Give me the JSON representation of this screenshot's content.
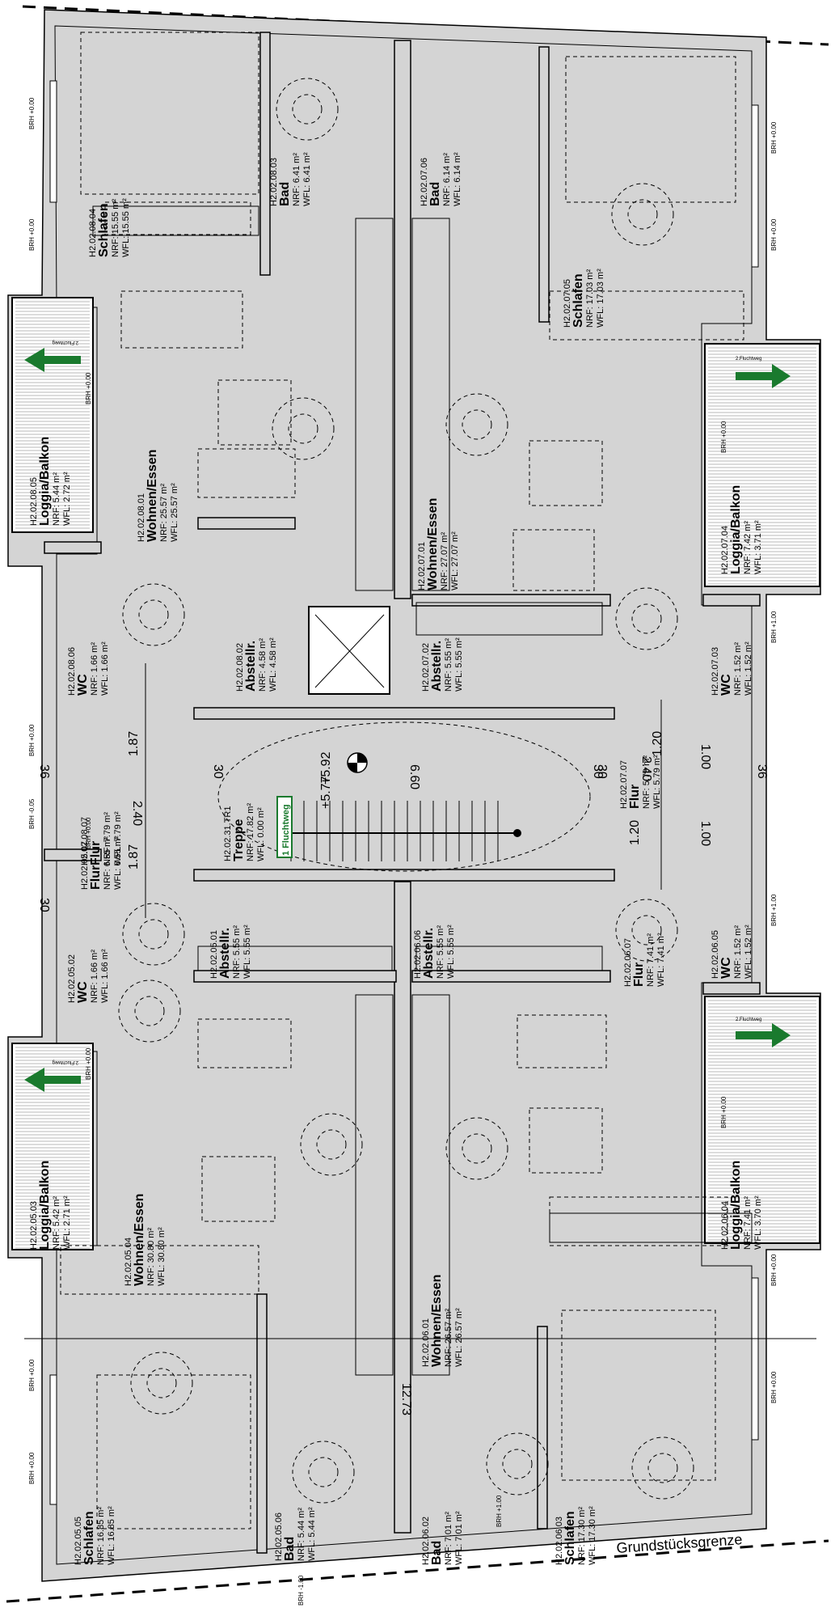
{
  "rooms": [
    {
      "id": "H2.02.08.04",
      "name": "Schlafen",
      "nrf": "NRF: 15.55 m²",
      "wfl": "WFL: 15.55 m²"
    },
    {
      "id": "H2.02.08.03",
      "name": "Bad",
      "nrf": "NRF: 6.41 m²",
      "wfl": "WFL: 6.41 m²"
    },
    {
      "id": "H2.02.07.06",
      "name": "Bad",
      "nrf": "NRF: 6.14 m²",
      "wfl": "WFL: 6.14 m²"
    },
    {
      "id": "H2.02.07.05",
      "name": "Schlafen",
      "nrf": "NRF: 17.03 m²",
      "wfl": "WFL: 17.03 m²"
    },
    {
      "id": "H2.02.08.05",
      "name": "Loggia/Balkon",
      "nrf": "NRF: 5.44 m²",
      "wfl": "WFL: 2.72 m²"
    },
    {
      "id": "H2.02.08.01",
      "name": "Wohnen/Essen",
      "nrf": "NRF: 25.57 m²",
      "wfl": "WFL: 25.57 m²"
    },
    {
      "id": "H2.02.07.01",
      "name": "Wohnen/Essen",
      "nrf": "NRF: 27.07 m²",
      "wfl": "WFL: 27.07 m²"
    },
    {
      "id": "H2.02.07.04",
      "name": "Loggia/Balkon",
      "nrf": "NRF: 7.42 m²",
      "wfl": "WFL: 3.71 m²"
    },
    {
      "id": "H2.02.08.06",
      "name": "WC",
      "nrf": "NRF: 1.66 m²",
      "wfl": "WFL: 1.66 m²"
    },
    {
      "id": "H2.02.08.02",
      "name": "Abstellr.",
      "nrf": "NRF: 4.58 m²",
      "wfl": "WFL: 4.58 m²"
    },
    {
      "id": "H2.02.07.02",
      "name": "Abstellr.",
      "nrf": "NRF: 5.55 m²",
      "wfl": "WFL: 5.55 m²"
    },
    {
      "id": "H2.02.07.03",
      "name": "WC",
      "nrf": "NRF: 1.52 m²",
      "wfl": "WFL: 1.52 m²"
    },
    {
      "id": "H2.02.08.07",
      "name": "Flur",
      "nrf": "NRF: 7.79 m²",
      "wfl": "WFL: 7.79 m²"
    },
    {
      "id": "H2.02.07.07",
      "name": "Flur",
      "nrf": "NRF: 5.79 m²",
      "wfl": "WFL: 5.79 m²"
    },
    {
      "id": "H2.02.05.07",
      "name": "Flur",
      "nrf": "NRF: 6.55 m²",
      "wfl": "WFL: 6.55 m²"
    },
    {
      "id": "H2.02.31.TR1",
      "name": "Treppe",
      "nrf": "NRF: 17.82 m²",
      "wfl": "WFL: 0.00 m²"
    },
    {
      "id": "H2.02.06.07",
      "name": "Flur",
      "nrf": "NRF: 7.41 m²",
      "wfl": "WFL: 7.41 m²"
    },
    {
      "id": "H2.02.05.02",
      "name": "WC",
      "nrf": "NRF: 1.66 m²",
      "wfl": "WFL: 1.66 m²"
    },
    {
      "id": "H2.02.05.01",
      "name": "Abstellr.",
      "nrf": "NRF: 5.55 m²",
      "wfl": "WFL: 5.55 m²"
    },
    {
      "id": "H2.02.06.06",
      "name": "Abstellr.",
      "nrf": "NRF: 5.55 m²",
      "wfl": "WFL: 5.55 m²"
    },
    {
      "id": "H2.02.06.05",
      "name": "WC",
      "nrf": "NRF: 1.52 m²",
      "wfl": "WFL: 1.52 m²"
    },
    {
      "id": "H2.02.05.03",
      "name": "Loggia/Balkon",
      "nrf": "NRF: 5.42 m²",
      "wfl": "WFL: 2.71 m²"
    },
    {
      "id": "H2.02.05.04",
      "name": "Wohnen/Essen",
      "nrf": "NRF: 30.80 m²",
      "wfl": "WFL: 30.80 m²"
    },
    {
      "id": "H2.02.06.04",
      "name": "Loggia/Balkon",
      "nrf": "NRF: 7.41 m²",
      "wfl": "WFL: 3.70 m²"
    },
    {
      "id": "H2.02.06.01",
      "name": "Wohnen/Essen",
      "nrf": "NRF: 26.57 m²",
      "wfl": "WFL: 26.57 m²"
    },
    {
      "id": "H2.02.05.05",
      "name": "Schlafen",
      "nrf": "NRF: 16.85 m²",
      "wfl": "WFL: 16.85 m²"
    },
    {
      "id": "H2.02.05.06",
      "name": "Bad",
      "nrf": "NRF: 5.44 m²",
      "wfl": "WFL: 5.44 m²"
    },
    {
      "id": "H2.02.06.02",
      "name": "Bad",
      "nrf": "NRF: 7.01 m²",
      "wfl": "WFL: 7.01 m²"
    },
    {
      "id": "H2.02.06.03",
      "name": "Schlafen",
      "nrf": "NRF: 17.30 m²",
      "wfl": "WFL: 17.30 m²"
    }
  ],
  "dimensions": [
    "1.87",
    "2.40",
    "30",
    "1.87",
    "+5.92",
    "+5.77",
    "6.60",
    "30",
    "1.20",
    "2.40",
    "1.00",
    "1.20",
    "1.00",
    "36",
    "36",
    "30",
    "30",
    "12.73"
  ],
  "brh_labels": [
    "BRH +0.00",
    "BRH +0.00",
    "BRH +0.00",
    "BRH +0.00",
    "BRH +0.00",
    "BRH +0.00",
    "BRH +1.00",
    "BRH +0.00",
    "BRH -0.05",
    "BRH +1.00",
    "BRH +0.00",
    "BRH +0.00",
    "BRH +0.00",
    "BRH +0.00",
    "BRH +0.00",
    "BRH +0.00",
    "BRH +1.00",
    "BRH -1.00",
    "BRH +0.00"
  ],
  "escape_route": "1 Fluchtweg",
  "escape_small": [
    "2.Fluchtweg",
    "2.Fluchtweg",
    "2.Fluchtweg",
    "2.Fluchtweg"
  ],
  "property_line": "Grundstücksgrenze",
  "colors": {
    "wall": "#d4d4d4",
    "arrow": "#1a7a2e",
    "escape_box": "#1a7a2e",
    "line": "#000000"
  }
}
